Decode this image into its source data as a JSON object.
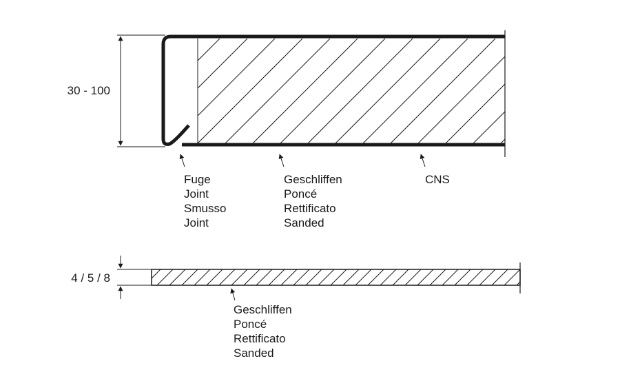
{
  "top_section": {
    "height_dimension": "30 - 100",
    "labels": {
      "joint": [
        "Fuge",
        "Joint",
        "Smusso",
        "Joint"
      ],
      "sanded": [
        "Geschliffen",
        "Poncé",
        "Rettificato",
        "Sanded"
      ],
      "material": "CNS"
    }
  },
  "bottom_section": {
    "thickness_dimension": "4 / 5 / 8",
    "labels": {
      "sanded": [
        "Geschliffen",
        "Poncé",
        "Rettificato",
        "Sanded"
      ]
    }
  },
  "colors": {
    "line": "#1a1a1a",
    "background": "#ffffff"
  }
}
